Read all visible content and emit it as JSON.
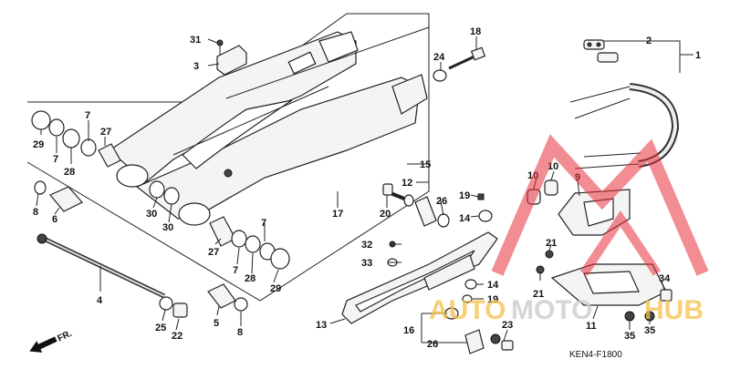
{
  "diagram": {
    "code": "KEN4-F1800",
    "front_label": "FR.",
    "watermark": {
      "part1": "AUTO",
      "part2": "MOTO",
      "part3": "HUB"
    },
    "callouts": [
      {
        "id": "c31",
        "text": "31"
      },
      {
        "id": "c3",
        "text": "3"
      },
      {
        "id": "c24",
        "text": "24"
      },
      {
        "id": "c18",
        "text": "18"
      },
      {
        "id": "c2",
        "text": "2"
      },
      {
        "id": "c1",
        "text": "1"
      },
      {
        "id": "c7a",
        "text": "7"
      },
      {
        "id": "c27a",
        "text": "27"
      },
      {
        "id": "c29a",
        "text": "29"
      },
      {
        "id": "c7b",
        "text": "7"
      },
      {
        "id": "c28a",
        "text": "28"
      },
      {
        "id": "c8a",
        "text": "8"
      },
      {
        "id": "c6",
        "text": "6"
      },
      {
        "id": "c30a",
        "text": "30"
      },
      {
        "id": "c30b",
        "text": "30"
      },
      {
        "id": "c17",
        "text": "17"
      },
      {
        "id": "c15",
        "text": "15"
      },
      {
        "id": "c12",
        "text": "12"
      },
      {
        "id": "c26a",
        "text": "26"
      },
      {
        "id": "c20",
        "text": "20"
      },
      {
        "id": "c19a",
        "text": "19"
      },
      {
        "id": "c14a",
        "text": "14"
      },
      {
        "id": "c7c",
        "text": "7"
      },
      {
        "id": "c27b",
        "text": "27"
      },
      {
        "id": "c7d",
        "text": "7"
      },
      {
        "id": "c28b",
        "text": "28"
      },
      {
        "id": "c29b",
        "text": "29"
      },
      {
        "id": "c4",
        "text": "4"
      },
      {
        "id": "c32",
        "text": "32"
      },
      {
        "id": "c33",
        "text": "33"
      },
      {
        "id": "c10a",
        "text": "10"
      },
      {
        "id": "c10b",
        "text": "10"
      },
      {
        "id": "c9",
        "text": "9"
      },
      {
        "id": "c21a",
        "text": "21"
      },
      {
        "id": "c21b",
        "text": "21"
      },
      {
        "id": "c34",
        "text": "34"
      },
      {
        "id": "c14b",
        "text": "14"
      },
      {
        "id": "c19b",
        "text": "19"
      },
      {
        "id": "c13",
        "text": "13"
      },
      {
        "id": "c25",
        "text": "25"
      },
      {
        "id": "c22",
        "text": "22"
      },
      {
        "id": "c5",
        "text": "5"
      },
      {
        "id": "c8b",
        "text": "8"
      },
      {
        "id": "c16",
        "text": "16"
      },
      {
        "id": "c26b",
        "text": "26"
      },
      {
        "id": "c23",
        "text": "23"
      },
      {
        "id": "c11",
        "text": "11"
      },
      {
        "id": "c35a",
        "text": "35"
      },
      {
        "id": "c35b",
        "text": "35"
      }
    ]
  }
}
